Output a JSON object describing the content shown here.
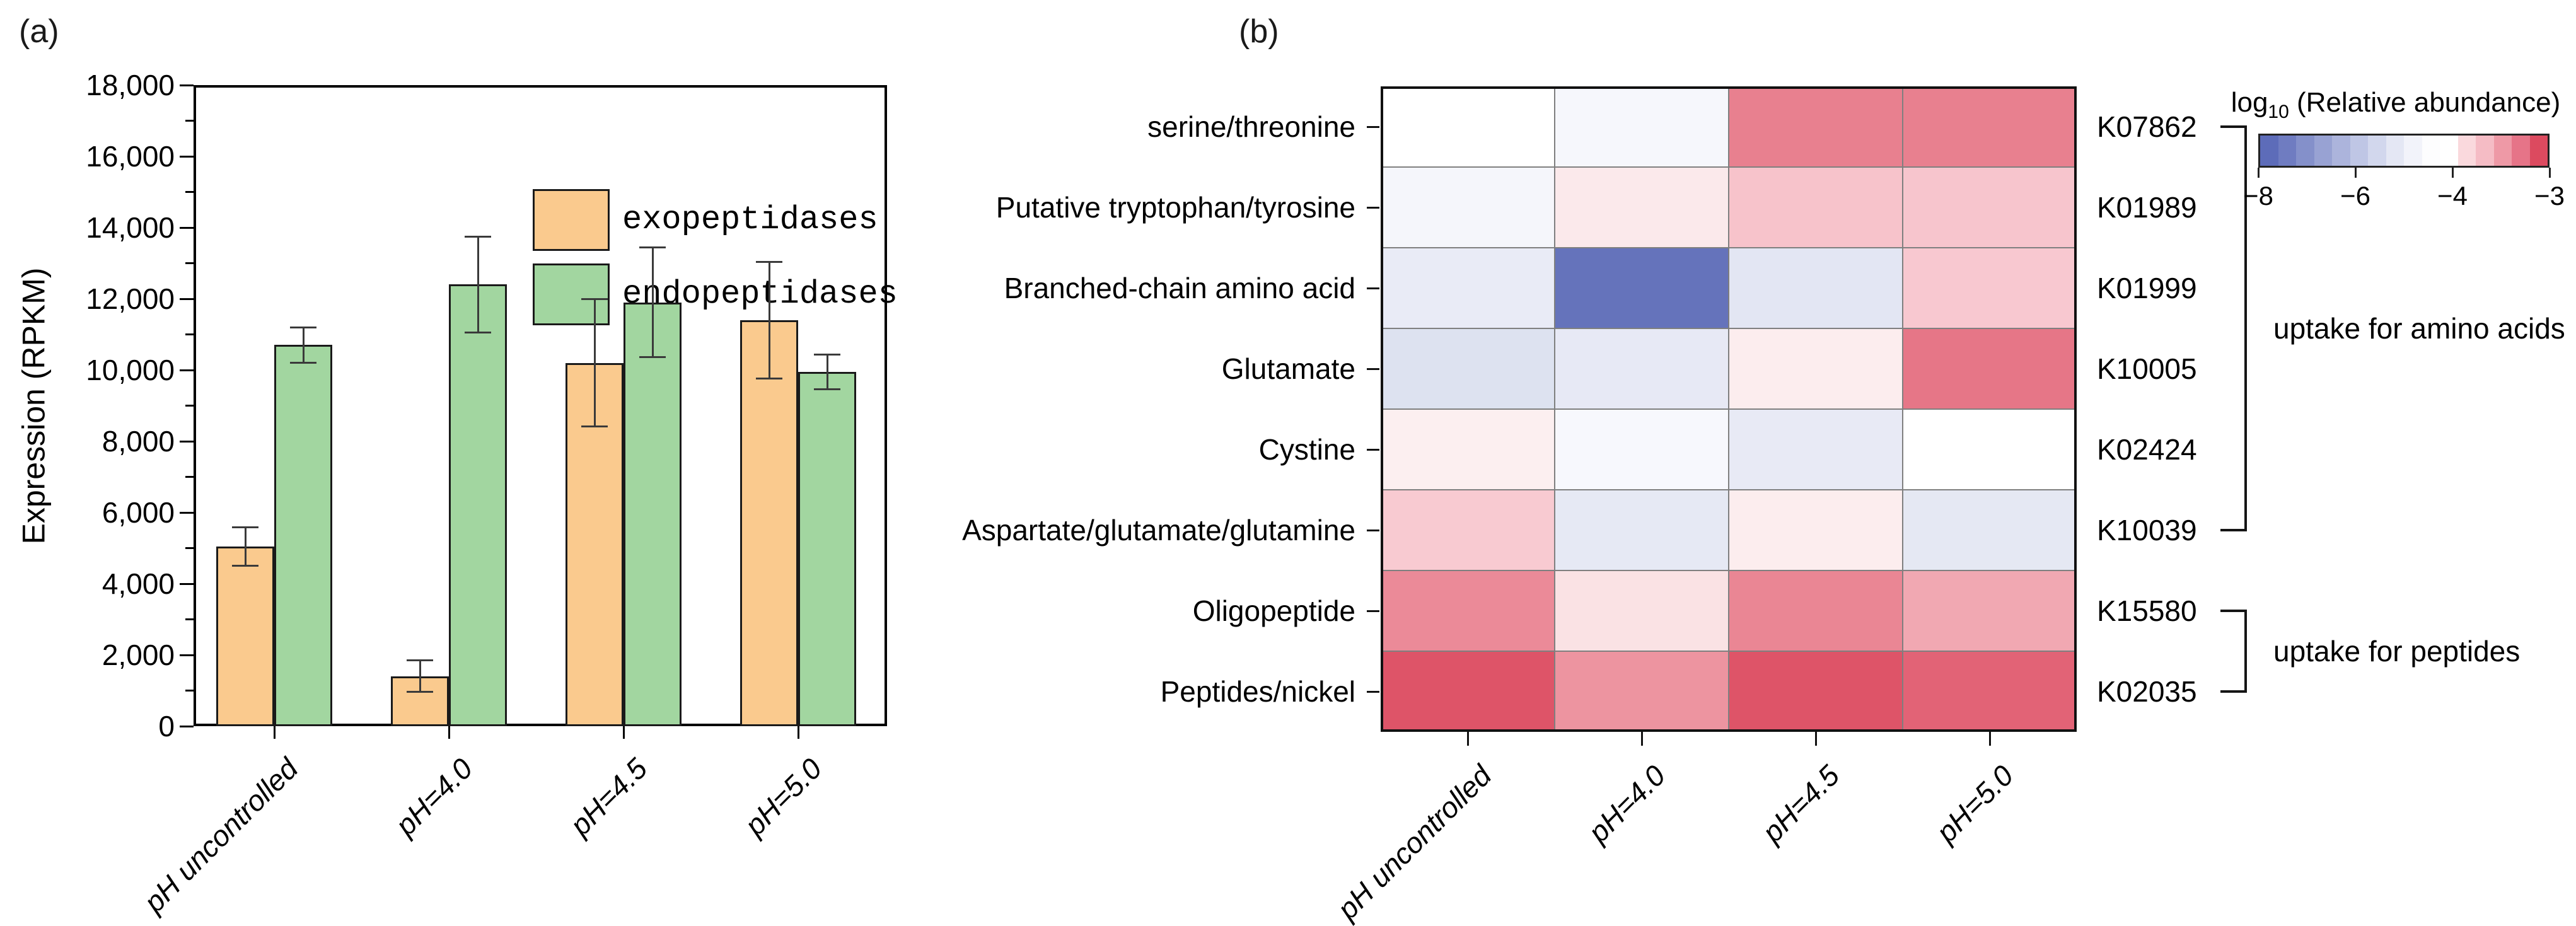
{
  "figure": {
    "panel_a_label": "(a)",
    "panel_b_label": "(b)"
  },
  "chart_data": [
    {
      "type": "bar",
      "panel": "a",
      "title": "",
      "ylabel": "Expression (RPKM)",
      "ylim": [
        0,
        18000
      ],
      "ytick_interval": 2000,
      "ytick_minor_interval": 1000,
      "ytick_labels": [
        "0",
        "2,000",
        "4,000",
        "6,000",
        "8,000",
        "10,000",
        "12,000",
        "14,000",
        "16,000",
        "18,000"
      ],
      "categories": [
        "pH uncontrolled",
        "pH=4.0",
        "pH=4.5",
        "pH=5.0"
      ],
      "series": [
        {
          "name": "exopeptidases",
          "color": "#FACA8E",
          "values": [
            5050,
            1400,
            10200,
            11400
          ],
          "errors": [
            550,
            450,
            1800,
            1650
          ]
        },
        {
          "name": "endopeptidases",
          "color": "#A2D6A0",
          "values": [
            10700,
            12400,
            11900,
            9950
          ],
          "errors": [
            500,
            1350,
            1550,
            500
          ]
        }
      ],
      "bar_edge_color": "#1a1a1a",
      "legend_position": "top-right",
      "grid": false
    },
    {
      "type": "heatmap",
      "panel": "b",
      "columns": [
        "pH uncontrolled",
        "pH=4.0",
        "pH=4.5",
        "pH=5.0"
      ],
      "rows": [
        "serine/threonine",
        "Putative tryptophan/tyrosine",
        "Branched-chain amino acid",
        "Glutamate",
        "Cystine",
        "Aspartate/glutamate/glutamine",
        "Oligopeptide",
        "Peptides/nickel"
      ],
      "row_ids": [
        "K07862",
        "K01989",
        "K01999",
        "K10005",
        "K02424",
        "K10039",
        "K15580",
        "K02035"
      ],
      "values_log10": [
        [
          -4.0,
          -4.1,
          -3.35,
          -3.35
        ],
        [
          -4.2,
          -3.9,
          -3.7,
          -3.7
        ],
        [
          -4.45,
          -7.4,
          -4.5,
          -3.7
        ],
        [
          -4.7,
          -4.5,
          -3.9,
          -3.3
        ],
        [
          -3.9,
          -4.15,
          -4.5,
          -4.0
        ],
        [
          -3.7,
          -4.5,
          -3.9,
          -4.5
        ],
        [
          -3.4,
          -3.85,
          -3.4,
          -3.55
        ],
        [
          -3.1,
          -3.45,
          -3.1,
          -3.2
        ]
      ],
      "cell_colors": [
        [
          "#FFFFFF",
          "#F6F7FC",
          "#E8808F",
          "#E8808F"
        ],
        [
          "#F5F6FB",
          "#FBE9EB",
          "#F7C3CB",
          "#F7C5CD"
        ],
        [
          "#E9EBF6",
          "#6573BB",
          "#E3E6F3",
          "#F8C8D0"
        ],
        [
          "#DDE2F0",
          "#E7E9F5",
          "#FCEDEE",
          "#E67687"
        ],
        [
          "#FCEFF0",
          "#F7F8FD",
          "#E8EAF5",
          "#FFFFFF"
        ],
        [
          "#F8CAD1",
          "#E6E9F4",
          "#FCEDEE",
          "#E5E8F3"
        ],
        [
          "#EB8A98",
          "#FAE2E4",
          "#EA8694",
          "#F1A8B2"
        ],
        [
          "#DE5468",
          "#ED94A0",
          "#DE5468",
          "#E26376"
        ]
      ],
      "row_groups": [
        {
          "label": "uptake for amino acids",
          "from_row": 0,
          "to_row": 5
        },
        {
          "label": "uptake for peptides",
          "from_row": 6,
          "to_row": 7
        }
      ],
      "colorbar": {
        "title_main": "log",
        "title_sub": "10",
        "title_rest": " (Relative abundance)",
        "tick_labels": [
          "−8",
          "−6",
          "−4",
          "−3"
        ],
        "stops": [
          "#5D6CB9",
          "#6F7CC1",
          "#8490CA",
          "#98A2D3",
          "#ACB4DC",
          "#BFC6E5",
          "#D2D7ED",
          "#E4E7F4",
          "#F2F3FA",
          "#FDFDFE",
          "#FFFFFF",
          "#FAD9DD",
          "#F5BCC5",
          "#EE99A6",
          "#E67488",
          "#DC4A5F"
        ]
      }
    }
  ]
}
